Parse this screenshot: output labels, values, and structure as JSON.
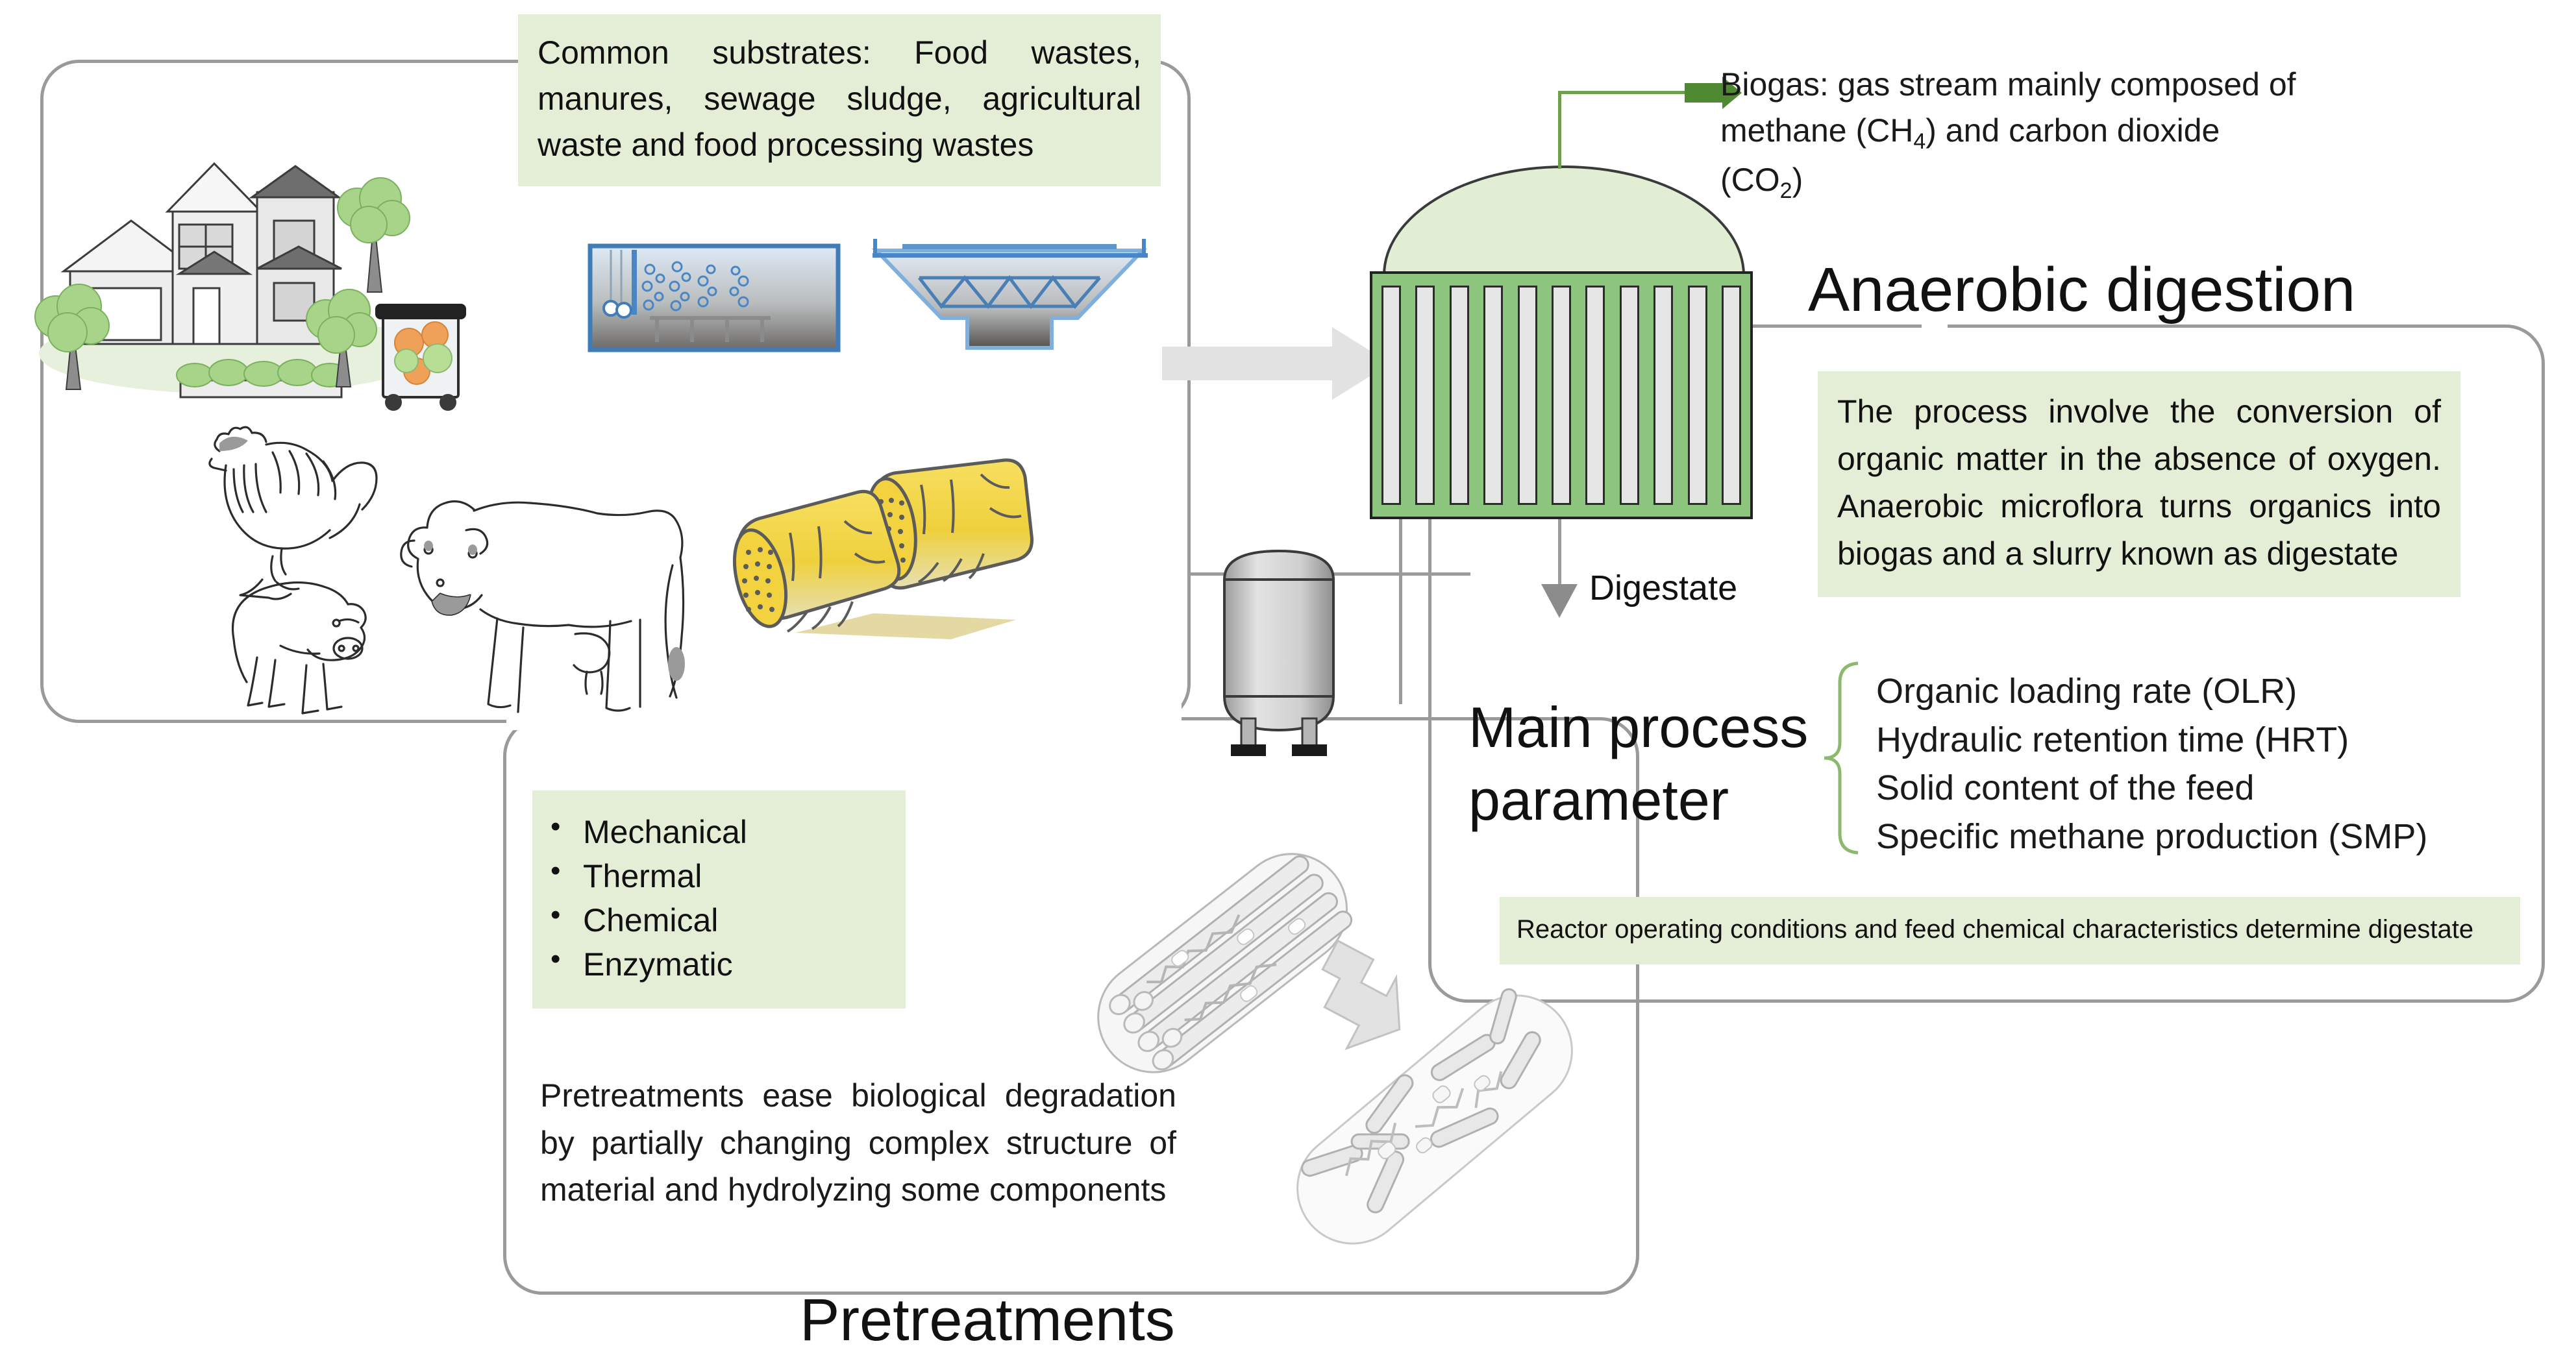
{
  "diagram": {
    "title_anaerobic": "Anaerobic digestion",
    "title_pretreatments": "Pretreatments",
    "title_main_process": "Main process",
    "title_main_process_2": "parameter"
  },
  "notes": {
    "substrates": "Common substrates: Food wastes, manures, sewage sludge, agricultural waste and food processing wastes",
    "biogas": "Biogas: gas stream mainly composed of methane (CH",
    "biogas_sub1": "4",
    "biogas_mid": ") and carbon dioxide",
    "biogas_co2_open": "(CO",
    "biogas_sub2": "2",
    "biogas_close": ")",
    "ad_process": "The process involve the conversion of organic matter in the absence of oxygen. Anaerobic microflora turns organics into biogas and a slurry known as digestate",
    "reactor_conditions": "Reactor operating conditions and feed chemical characteristics determine digestate",
    "pretreatment_desc": "Pretreatments ease biological degradation by partially changing complex structure of material and hydrolyzing some components"
  },
  "labels": {
    "digestate": "Digestate"
  },
  "pretreatment_methods": [
    "Mechanical",
    "Thermal",
    "Chemical",
    "Enzymatic"
  ],
  "process_parameters": [
    "Organic loading rate (OLR)",
    "Hydraulic retention time (HRT)",
    "Solid content of the feed",
    "Specific methane production (SMP)"
  ],
  "colors": {
    "note_bg": "#e4eed7",
    "digester_body": "#8dc57f",
    "digester_dome": "#e2eed4",
    "biogas_arrow": "#4f8a32",
    "boundary": "#9a9a9a",
    "feed_arrow": "#e2e2e2",
    "connector": "#9b9b9b",
    "brace": "#8cb96e",
    "hay": "#f2d23f",
    "water": "#4a86c5"
  },
  "icons": {
    "house": "house-icon",
    "tree": "tree-icon",
    "waste_bin": "waste-bin-icon",
    "aeration_tank": "aeration-tank-icon",
    "clarifier": "clarifier-icon",
    "chicken": "chicken-icon",
    "pig": "pig-icon",
    "cow": "cow-icon",
    "hay_bale": "hay-bale-icon",
    "storage_tank": "storage-tank-icon",
    "digester": "digester-icon",
    "lignocellulose": "lignocellulose-fiber-icon",
    "disrupted_fiber": "disrupted-fiber-icon",
    "down_arrow": "down-arrow-icon",
    "feed_arrow": "feed-arrow-icon",
    "biogas_arrow": "biogas-arrow-icon",
    "brace": "curly-brace-icon"
  }
}
